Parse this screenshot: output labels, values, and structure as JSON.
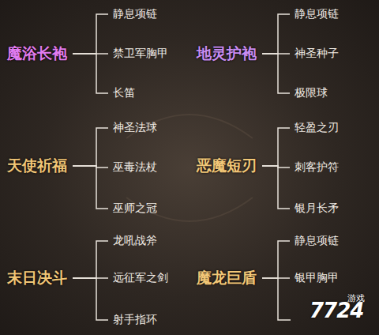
{
  "diagram": {
    "nodes": [
      {
        "text": [
          "魔浴长袍"
        ]
      },
      {
        "text": [
          "静息项链"
        ]
      },
      {
        "text": [
          "禁卫军胸甲"
        ]
      },
      {
        "text": [
          "长笛"
        ]
      },
      {
        "text": [
          "地灵护袍"
        ]
      },
      {
        "text": [
          "静息项链"
        ]
      },
      {
        "text": [
          "神圣种子"
        ]
      },
      {
        "text": [
          "极限球"
        ]
      },
      {
        "text": [
          "天使祈福"
        ]
      },
      {
        "text": [
          "神圣法球"
        ]
      },
      {
        "text": [
          "巫毒法杖"
        ]
      },
      {
        "text": [
          "巫师之冠"
        ]
      },
      {
        "text": [
          "恶魔短刃"
        ]
      },
      {
        "text": [
          "轻盈之刃"
        ]
      },
      {
        "text": [
          "刺客护符"
        ]
      },
      {
        "text": [
          "银月长矛"
        ]
      },
      {
        "text": [
          "末日决斗"
        ]
      },
      {
        "text": [
          "龙吼战斧"
        ]
      },
      {
        "text": [
          "远征军之剑"
        ]
      },
      {
        "text": [
          "射手指环"
        ]
      },
      {
        "text": [
          "魔龙巨盾"
        ]
      },
      {
        "text": [
          "静息项链"
        ]
      },
      {
        "text": [
          "银甲胸甲"
        ]
      }
    ],
    "edges": [
      {
        "from": 0,
        "to": 1,
        "arrow": "none"
      },
      {
        "from": 0,
        "to": 2,
        "arrow": "none"
      },
      {
        "from": 0,
        "to": 3,
        "arrow": "none"
      },
      {
        "from": 4,
        "to": 5,
        "arrow": "none"
      },
      {
        "from": 4,
        "to": 6,
        "arrow": "none"
      },
      {
        "from": 4,
        "to": 7,
        "arrow": "none"
      },
      {
        "from": 8,
        "to": 9,
        "arrow": "none"
      },
      {
        "from": 8,
        "to": 10,
        "arrow": "none"
      },
      {
        "from": 8,
        "to": 11,
        "arrow": "none"
      },
      {
        "from": 12,
        "to": 13,
        "arrow": "none"
      },
      {
        "from": 12,
        "to": 14,
        "arrow": "none"
      },
      {
        "from": 12,
        "to": 15,
        "arrow": "none"
      },
      {
        "from": 16,
        "to": 17,
        "arrow": "none"
      },
      {
        "from": 16,
        "to": 18,
        "arrow": "none"
      },
      {
        "from": 16,
        "to": 19,
        "arrow": "none"
      },
      {
        "from": 20,
        "to": 21,
        "arrow": "none"
      },
      {
        "from": 20,
        "to": 22,
        "arrow": "none"
      }
    ],
    "labels": [
      "7724",
      "游戏"
    ]
  }
}
